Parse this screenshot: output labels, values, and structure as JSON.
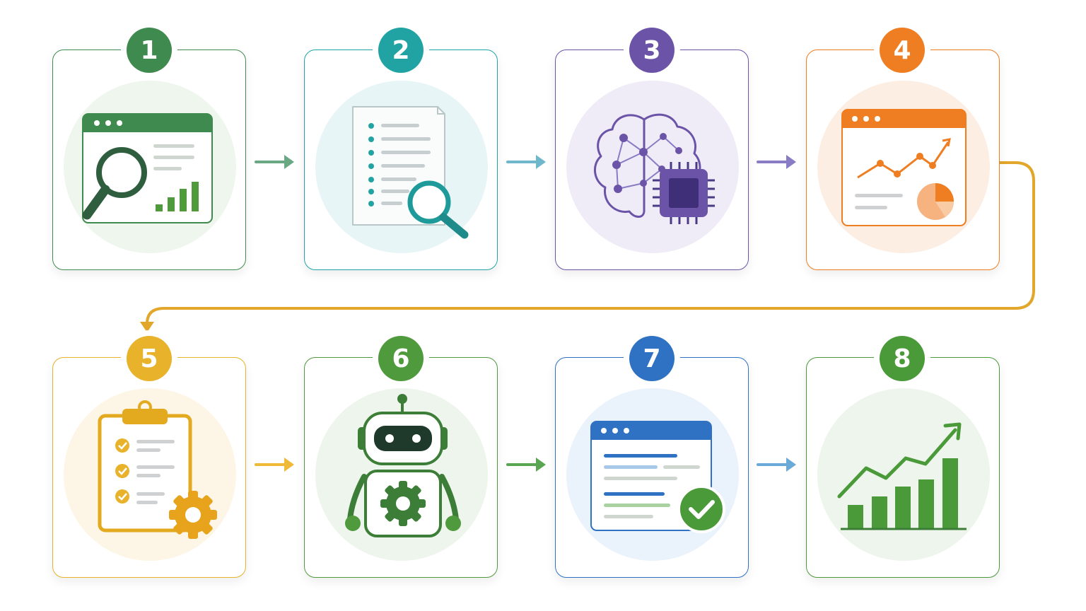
{
  "steps": [
    {
      "number": "1",
      "icon": "web-analytics-magnifier-icon",
      "color": "#3f8a4e",
      "tint": "#eef6ee"
    },
    {
      "number": "2",
      "icon": "document-search-icon",
      "color": "#22a3a3",
      "tint": "#e8f5f6"
    },
    {
      "number": "3",
      "icon": "ai-brain-chip-icon",
      "color": "#6b54a8",
      "tint": "#efecf8"
    },
    {
      "number": "4",
      "icon": "analytics-dashboard-icon",
      "color": "#ef7d22",
      "tint": "#fdeee3"
    },
    {
      "number": "5",
      "icon": "checklist-settings-icon",
      "color": "#e8b22a",
      "tint": "#fdf6e6"
    },
    {
      "number": "6",
      "icon": "robot-gear-icon",
      "color": "#4f9a3d",
      "tint": "#eef5ec"
    },
    {
      "number": "7",
      "icon": "verified-report-icon",
      "color": "#2f72c4",
      "tint": "#eaf2fb"
    },
    {
      "number": "8",
      "icon": "growth-chart-icon",
      "color": "#4a9a3a",
      "tint": "#eef5ec"
    }
  ],
  "arrows": [
    {
      "from": "1",
      "to": "2",
      "color": "#6aa884"
    },
    {
      "from": "2",
      "to": "3",
      "color": "#6fb8cc"
    },
    {
      "from": "3",
      "to": "4",
      "color": "#8a7cc4"
    },
    {
      "from": "5",
      "to": "6",
      "color": "#efb93a"
    },
    {
      "from": "6",
      "to": "7",
      "color": "#5aa551"
    },
    {
      "from": "7",
      "to": "8",
      "color": "#6aaad8"
    }
  ],
  "connector": {
    "from": "4",
    "to": "5",
    "color": "#e2a62a"
  }
}
